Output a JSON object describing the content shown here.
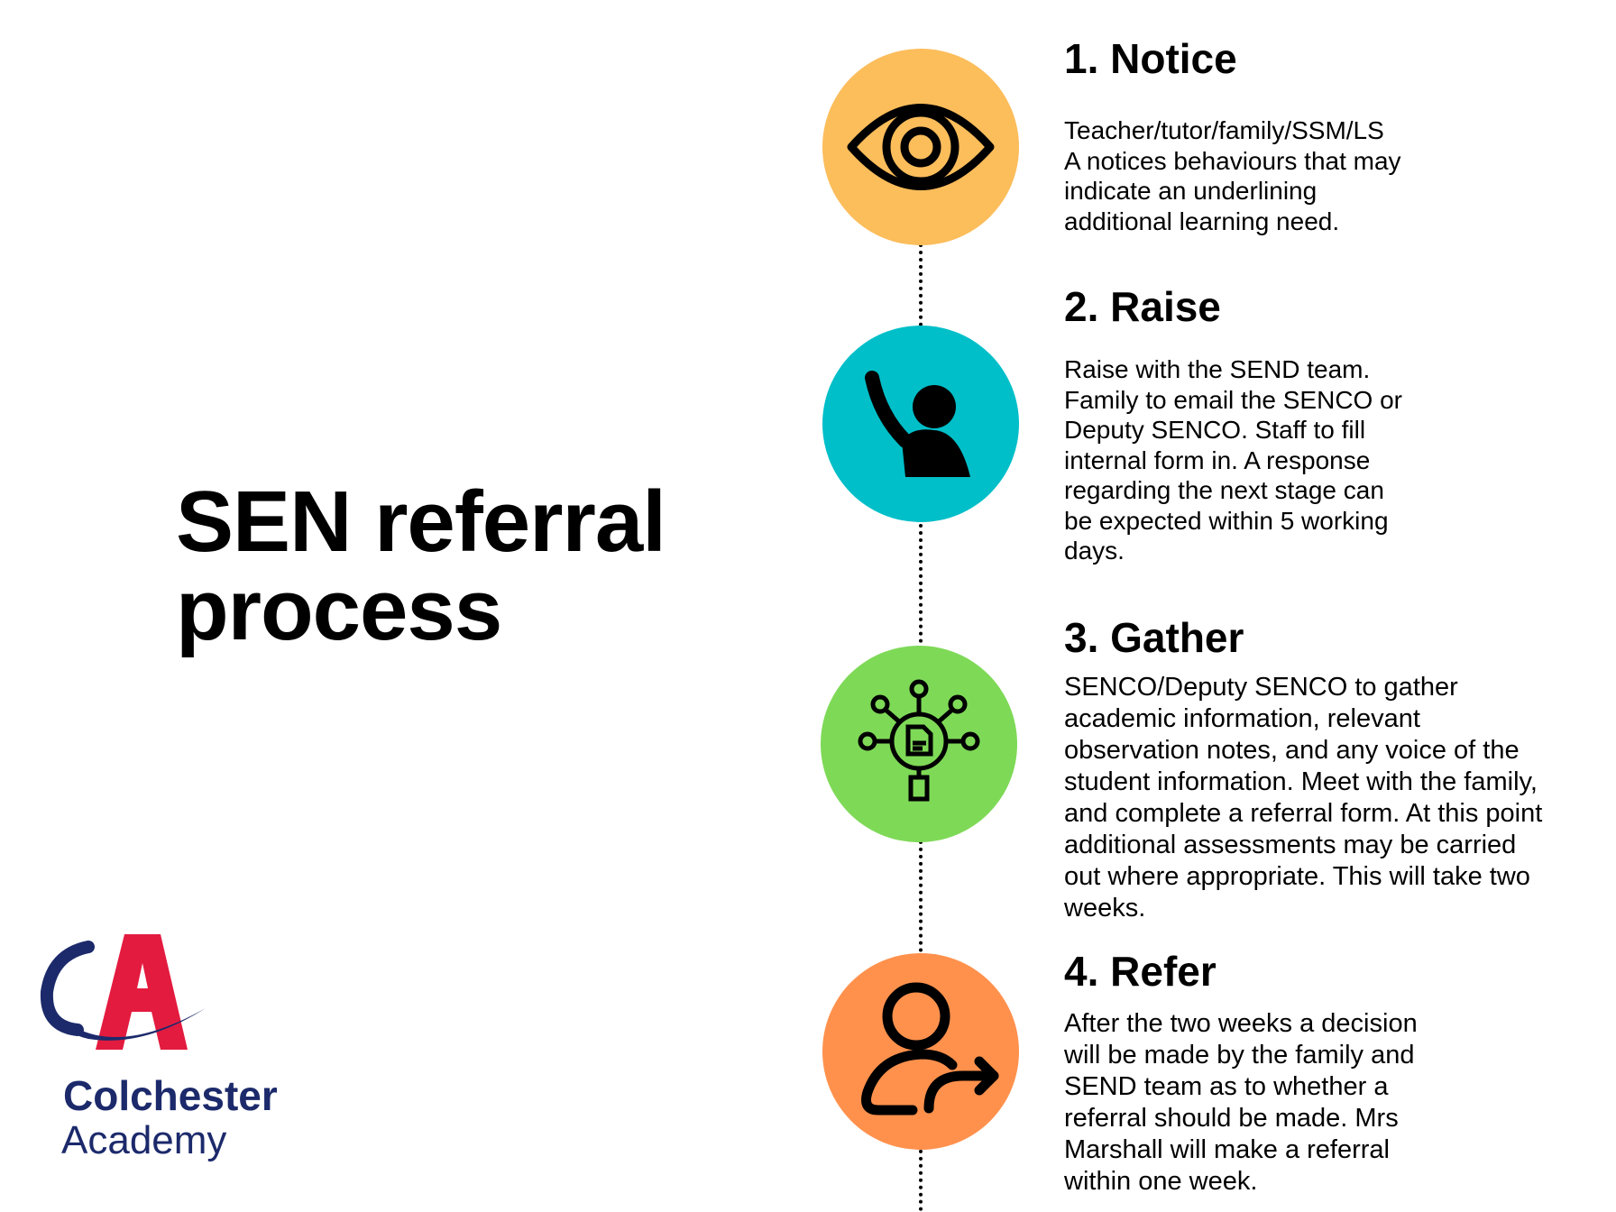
{
  "title_line1": "SEN referral",
  "title_line2": "process",
  "steps": [
    {
      "heading": "1. Notice",
      "icon": "eye-icon",
      "color": "#fcbd5b",
      "lines": [
        "Teacher/tutor/family/SSM/LS",
        "A notices behaviours that may",
        "indicate an underlining",
        "additional learning need."
      ]
    },
    {
      "heading": "2. Raise",
      "icon": "raised-hand-icon",
      "color": "#00bfc9",
      "lines": [
        "Raise with the SEND team.",
        "Family to email the SENCO or",
        "Deputy SENCO. Staff to fill",
        "internal form in. A response",
        "regarding the next stage can",
        "be expected within 5 working",
        "days."
      ]
    },
    {
      "heading": "3. Gather",
      "icon": "document-network-icon",
      "color": "#7ed957",
      "lines": [
        "SENCO/Deputy SENCO to gather",
        "academic information, relevant",
        "observation notes, and any voice of the",
        "student information. Meet with the family,",
        "and complete a referral form. At this point",
        "additional assessments may be carried",
        "out where appropriate. This will take two",
        "weeks."
      ]
    },
    {
      "heading": "4. Refer",
      "icon": "user-refer-icon",
      "color": "#ff914d",
      "lines": [
        "After the two weeks a decision",
        "will be made by the family and",
        "SEND team as to whether a",
        "referral should be made. Mrs",
        "Marshall will make a referral",
        "within one week."
      ]
    }
  ],
  "logo": {
    "name": "Colchester",
    "sub": "Academy",
    "red": "#e31b3f",
    "navy": "#1c2a6b"
  }
}
